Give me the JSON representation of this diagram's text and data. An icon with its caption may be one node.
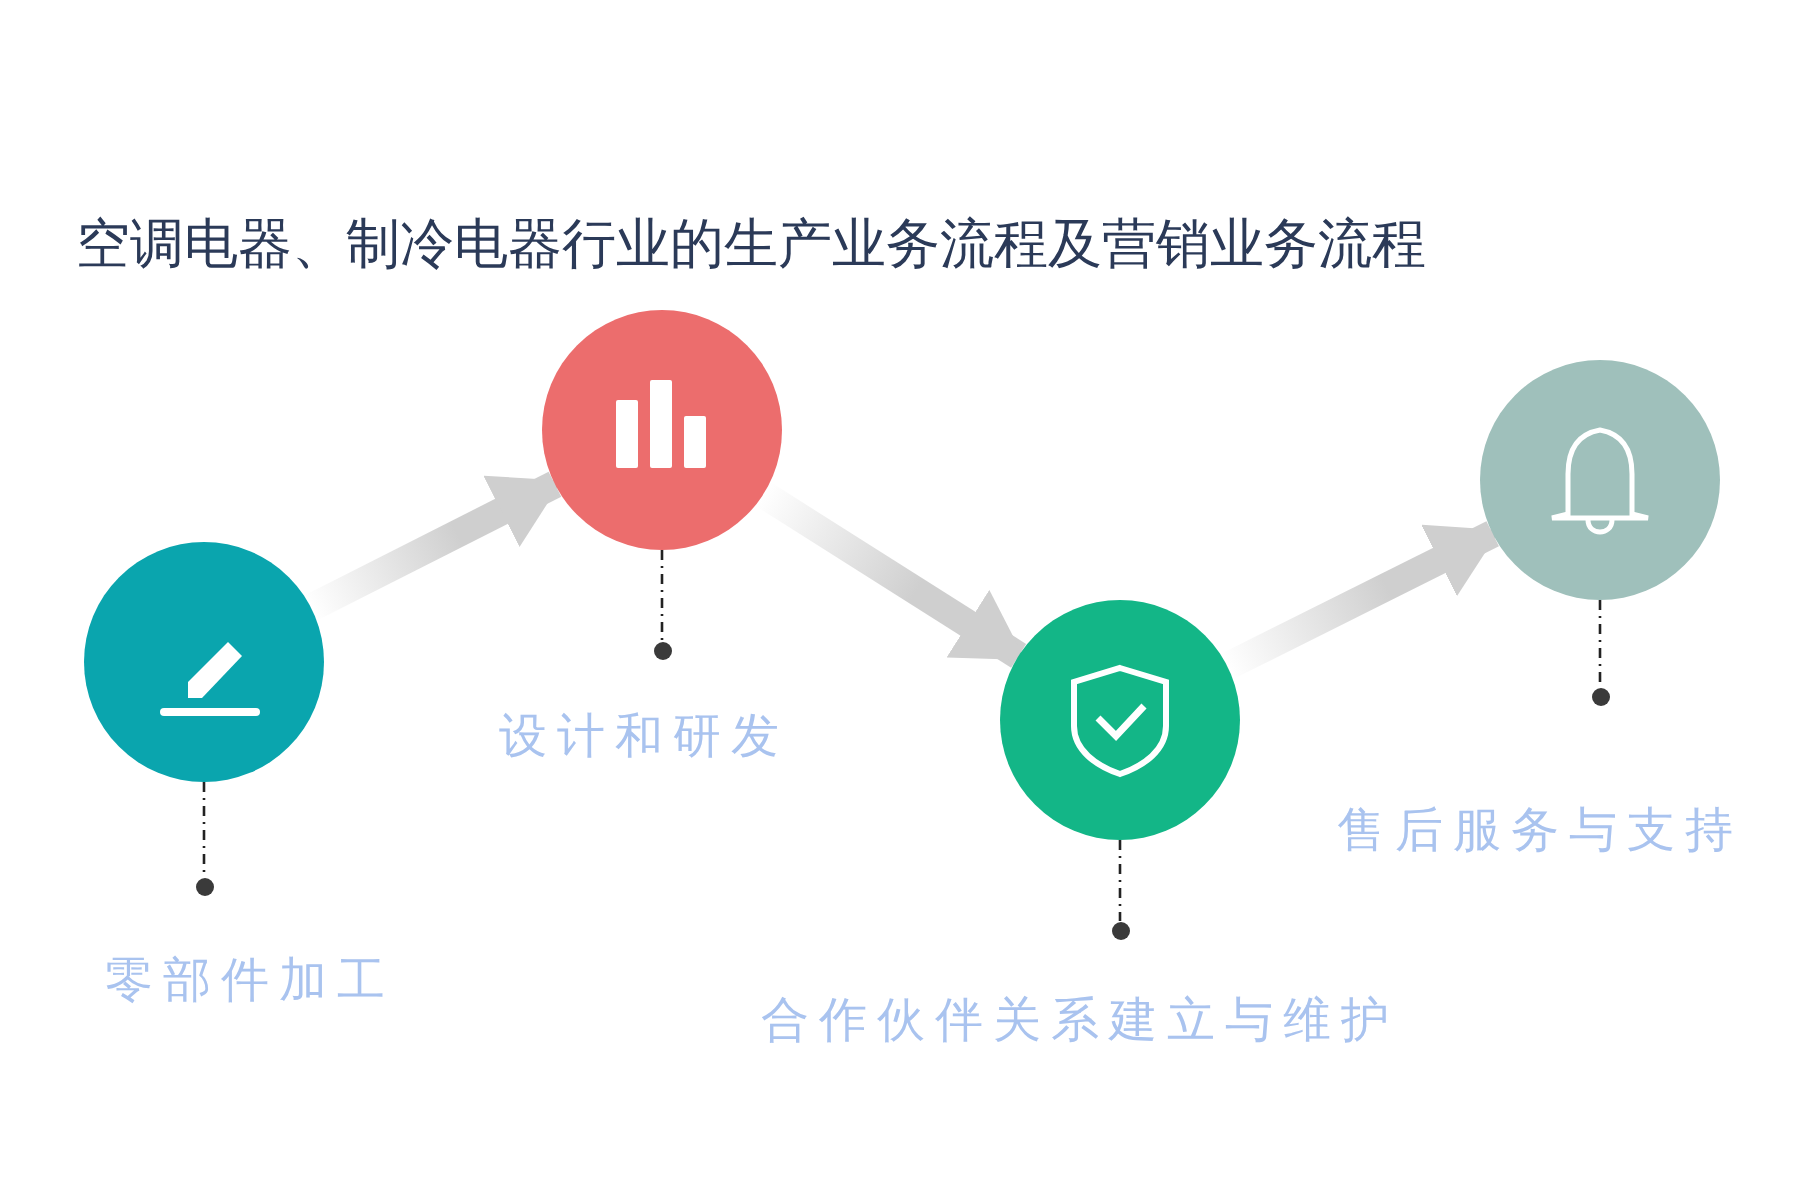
{
  "diagram": {
    "title": "空调电器、制冷电器行业的生产业务流程及营销业务流程",
    "nodes": [
      {
        "text": [],
        "shape": "circle"
      },
      {
        "text": [],
        "shape": "circle"
      },
      {
        "text": [],
        "shape": "circle"
      },
      {
        "text": [],
        "shape": "circle"
      },
      {
        "text": [],
        "shape": "dot"
      },
      {
        "text": [],
        "shape": "dot"
      },
      {
        "text": [],
        "shape": "dot"
      },
      {
        "text": [],
        "shape": "dot"
      }
    ],
    "edges": [
      {
        "from": 0,
        "to": 1,
        "arrow": "to",
        "style": "thick"
      },
      {
        "from": 1,
        "to": 2,
        "arrow": "to",
        "style": "thick"
      },
      {
        "from": 2,
        "to": 3,
        "arrow": "to",
        "style": "thick"
      },
      {
        "from": 0,
        "to": 4,
        "arrow": "none",
        "style": "dashed"
      },
      {
        "from": 1,
        "to": 5,
        "arrow": "none",
        "style": "dashed"
      },
      {
        "from": 2,
        "to": 6,
        "arrow": "none",
        "style": "dashed"
      },
      {
        "from": 3,
        "to": 7,
        "arrow": "none",
        "style": "dashed"
      }
    ],
    "labels": [
      "设计和研发",
      "售后服务与支持",
      "零部件加工",
      "合作伙伴关系建立与维护"
    ]
  }
}
